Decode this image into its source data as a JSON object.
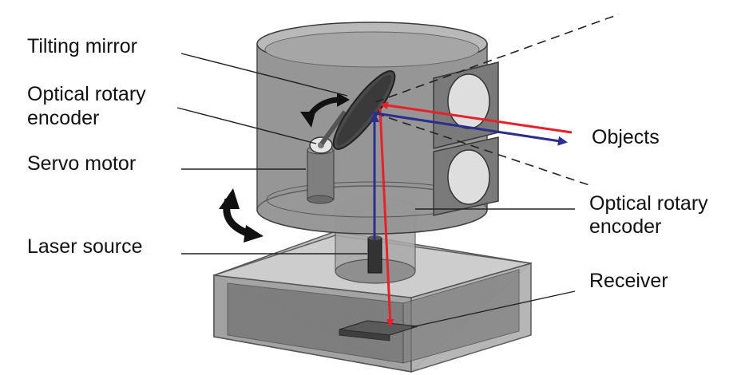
{
  "labels": {
    "tilting_mirror": "Tilting mirror",
    "optical_rotary_encoder_left_line1": "Optical rotary",
    "optical_rotary_encoder_left_line2": "encoder",
    "servo_motor": "Servo motor",
    "laser_source": "Laser source",
    "objects": "Objects",
    "optical_rotary_encoder_right_line1": "Optical rotary",
    "optical_rotary_encoder_right_line2": "encoder",
    "receiver": "Receiver"
  },
  "colors": {
    "emitted_beam": "#e8202a",
    "returned_beam": "#2b2e8c",
    "housing_fill": "#8e8e8e",
    "housing_stroke": "#3a3a3a",
    "leader_line": "#222222",
    "label_text": "#111111"
  }
}
